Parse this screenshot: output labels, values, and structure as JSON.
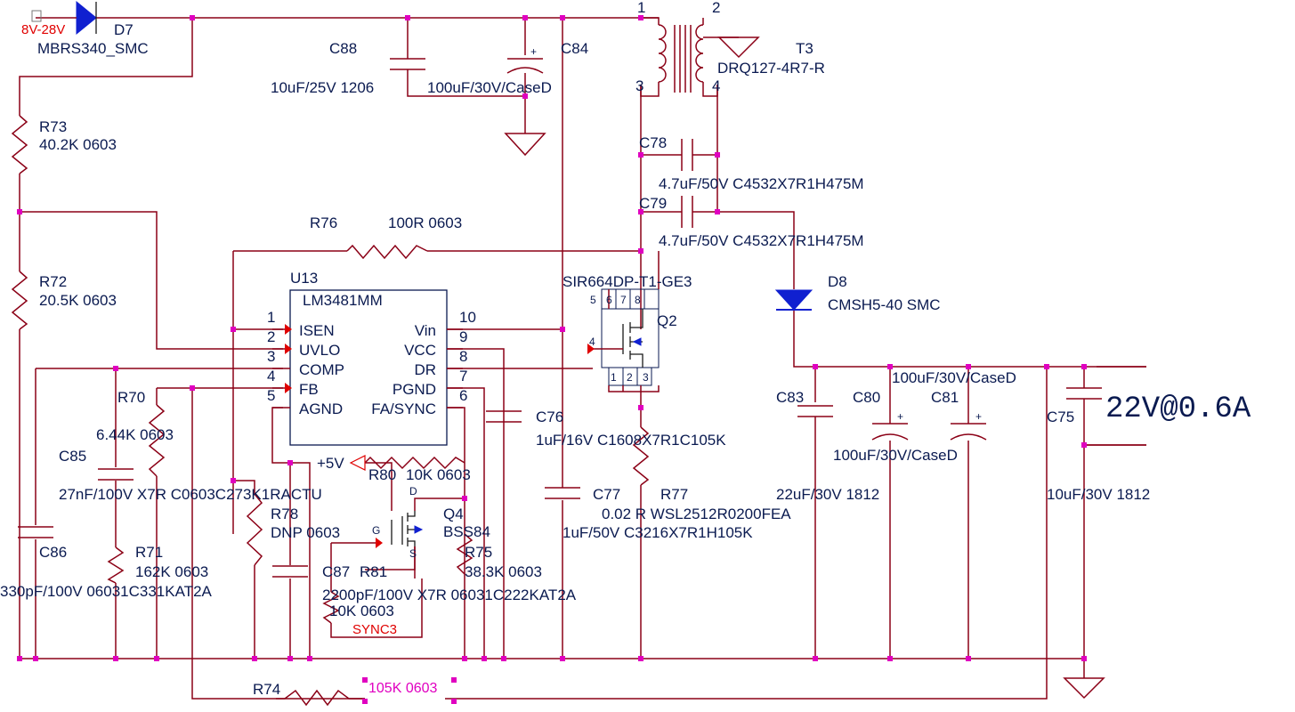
{
  "input": {
    "range_label": "8V-28V"
  },
  "parts": {
    "D7": {
      "ref": "D7",
      "value": "MBRS340_SMC"
    },
    "C88": {
      "ref": "C88",
      "value": "10uF/25V 1206"
    },
    "C84": {
      "ref": "C84",
      "value": "100uF/30V/CaseD"
    },
    "T3": {
      "ref": "T3",
      "value": "DRQ127-4R7-R",
      "pin1": "1",
      "pin2": "2",
      "pin3": "3",
      "pin4": "4"
    },
    "R73": {
      "ref": "R73",
      "value": "40.2K 0603"
    },
    "R72": {
      "ref": "R72",
      "value": "20.5K 0603"
    },
    "R76": {
      "ref": "R76",
      "value": "100R 0603"
    },
    "C78": {
      "ref": "C78",
      "value": "4.7uF/50V C4532X7R1H475M"
    },
    "C79": {
      "ref": "C79",
      "value": "4.7uF/50V C4532X7R1H475M"
    },
    "U13": {
      "ref": "U13",
      "value": "LM3481MM",
      "left_pins": [
        {
          "num": "1",
          "name": "ISEN"
        },
        {
          "num": "2",
          "name": "UVLO"
        },
        {
          "num": "3",
          "name": "COMP"
        },
        {
          "num": "4",
          "name": "FB"
        },
        {
          "num": "5",
          "name": "AGND"
        }
      ],
      "right_pins": [
        {
          "num": "10",
          "name": "Vin"
        },
        {
          "num": "9",
          "name": "VCC"
        },
        {
          "num": "8",
          "name": "DR"
        },
        {
          "num": "7",
          "name": "PGND"
        },
        {
          "num": "6",
          "name": "FA/SYNC"
        }
      ]
    },
    "Q2": {
      "ref": "Q2",
      "value": "SIR664DP-T1-GE3",
      "top_pins": [
        "5",
        "6",
        "7",
        "8"
      ],
      "bottom_pins": [
        "1",
        "2",
        "3"
      ],
      "gate_pin": "4"
    },
    "D8": {
      "ref": "D8",
      "value": "CMSH5-40 SMC"
    },
    "R70": {
      "ref": "R70",
      "value": "6.44K 0603"
    },
    "C85": {
      "ref": "C85",
      "value": "27nF/100V X7R C0603C273K1RACTU"
    },
    "C76": {
      "ref": "C76",
      "value": "1uF/16V C1608X7R1C105K"
    },
    "C83": {
      "ref": "C83",
      "value": "22uF/30V 1812"
    },
    "C80": {
      "ref": "C80",
      "value": "100uF/30V/CaseD"
    },
    "C81": {
      "ref": "C81",
      "value": "100uF/30V/CaseD"
    },
    "C75": {
      "ref": "C75",
      "value": "10uF/30V 1812"
    },
    "R80": {
      "ref": "R80",
      "value": "10K 0603"
    },
    "R78": {
      "ref": "R78",
      "value": "DNP 0603"
    },
    "Q4": {
      "ref": "Q4",
      "value": "BSS84",
      "pin_d": "D",
      "pin_g": "G",
      "pin_s": "S"
    },
    "C77": {
      "ref": "C77",
      "value": "1uF/50V C3216X7R1H105K"
    },
    "R77": {
      "ref": "R77",
      "value": "0.02 R WSL2512R0200FEA"
    },
    "C86": {
      "ref": "C86",
      "value": "330pF/100V 06031C331KAT2A"
    },
    "R71": {
      "ref": "R71",
      "value": "162K 0603"
    },
    "C87": {
      "ref": "C87",
      "value": "2200pF/100V X7R 06031C222KAT2A"
    },
    "R81": {
      "ref": "R81",
      "value": "10K 0603"
    },
    "R75": {
      "ref": "R75",
      "value": "38.3K 0603"
    },
    "R74": {
      "ref": "R74",
      "value": "105K 0603"
    }
  },
  "nets": {
    "plus5v": "+5V",
    "sync": "SYNC3"
  },
  "output": {
    "label": "22V@0.6A"
  }
}
